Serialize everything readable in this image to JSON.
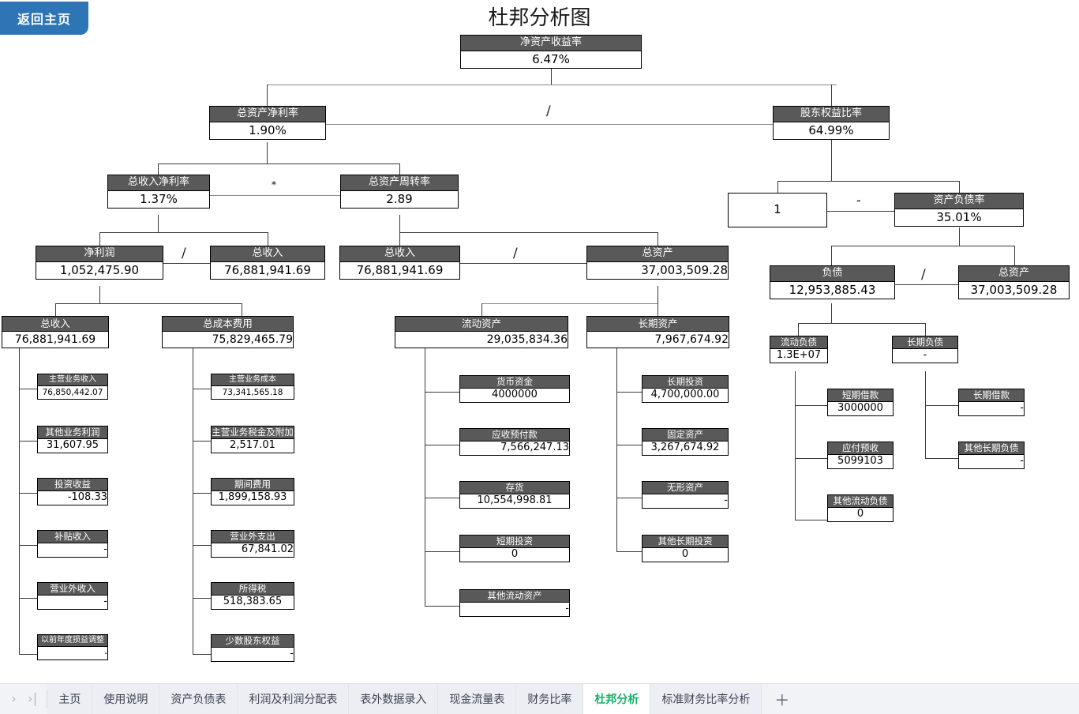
{
  "header": {
    "home_button": "返回主页",
    "title": "杜邦分析图"
  },
  "operators": {
    "divide": "/",
    "multiply": "*",
    "minus": "-"
  },
  "chart_data": {
    "type": "diagram",
    "title": "杜邦分析图",
    "nodes": {
      "roe": {
        "label": "净资产收益率",
        "value": "6.47%"
      },
      "roa": {
        "label": "总资产净利率",
        "value": "1.90%"
      },
      "equity_ratio": {
        "label": "股东权益比率",
        "value": "64.99%"
      },
      "one": {
        "label": "",
        "value": "1"
      },
      "debt_ratio": {
        "label": "资产负债率",
        "value": "35.01%"
      },
      "net_margin": {
        "label": "总收入净利率",
        "value": "1.37%"
      },
      "asset_turnover": {
        "label": "总资产周转率",
        "value": "2.89"
      },
      "net_profit": {
        "label": "净利润",
        "value": "1,052,475.90"
      },
      "revenue_a": {
        "label": "总收入",
        "value": "76,881,941.69"
      },
      "revenue_b": {
        "label": "总收入",
        "value": "76,881,941.69"
      },
      "total_assets_a": {
        "label": "总资产",
        "value": "37,003,509.28"
      },
      "liabilities": {
        "label": "负债",
        "value": "12,953,885.43"
      },
      "total_assets_b": {
        "label": "总资产",
        "value": "37,003,509.28"
      },
      "revenue_c": {
        "label": "总收入",
        "value": "76,881,941.69"
      },
      "total_cost": {
        "label": "总成本费用",
        "value": "75,829,465.79"
      },
      "current_assets": {
        "label": "流动资产",
        "value": "29,035,834.36"
      },
      "longterm_assets": {
        "label": "长期资产",
        "value": "7,967,674.92"
      },
      "current_liab": {
        "label": "流动负债",
        "value": "1.3E+07"
      },
      "longterm_liab": {
        "label": "长期负债",
        "value": "-"
      }
    },
    "revenue_children": [
      {
        "label": "主营业务收入",
        "value": "76,850,442.07"
      },
      {
        "label": "其他业务利润",
        "value": "31,607.95"
      },
      {
        "label": "投资收益",
        "value": "-108.33"
      },
      {
        "label": "补贴收入",
        "value": "-"
      },
      {
        "label": "营业外收入",
        "value": "-"
      },
      {
        "label": "以前年度损益调整",
        "value": "-"
      }
    ],
    "cost_children": [
      {
        "label": "主营业务成本",
        "value": "73,341,565.18"
      },
      {
        "label": "主营业务税金及附加",
        "value": "2,517.01"
      },
      {
        "label": "期间费用",
        "value": "1,899,158.93"
      },
      {
        "label": "营业外支出",
        "value": "67,841.02"
      },
      {
        "label": "所得税",
        "value": "518,383.65"
      },
      {
        "label": "少数股东权益",
        "value": "-"
      }
    ],
    "current_asset_children": [
      {
        "label": "货币资金",
        "value": "4000000"
      },
      {
        "label": "应收预付款",
        "value": "7,566,247.13"
      },
      {
        "label": "存货",
        "value": "10,554,998.81"
      },
      {
        "label": "短期投资",
        "value": "0"
      },
      {
        "label": "其他流动资产",
        "value": "-"
      }
    ],
    "longterm_asset_children": [
      {
        "label": "长期投资",
        "value": "4,700,000.00"
      },
      {
        "label": "固定资产",
        "value": "3,267,674.92"
      },
      {
        "label": "无形资产",
        "value": "-"
      },
      {
        "label": "其他长期投资",
        "value": "0"
      }
    ],
    "current_liab_children": [
      {
        "label": "短期借款",
        "value": "3000000"
      },
      {
        "label": "应付预收",
        "value": "5099103"
      },
      {
        "label": "其他流动负债",
        "value": "0"
      }
    ],
    "longterm_liab_children": [
      {
        "label": "长期借款",
        "value": "-"
      },
      {
        "label": "其他长期负债",
        "value": "-"
      }
    ]
  },
  "tabbar": {
    "nav": {
      "next": "›",
      "last": "›|"
    },
    "tabs": [
      {
        "label": "主页",
        "active": false
      },
      {
        "label": "使用说明",
        "active": false
      },
      {
        "label": "资产负债表",
        "active": false
      },
      {
        "label": "利润及利润分配表",
        "active": false
      },
      {
        "label": "表外数据录入",
        "active": false
      },
      {
        "label": "现金流量表",
        "active": false
      },
      {
        "label": "财务比率",
        "active": false
      },
      {
        "label": "杜邦分析",
        "active": true
      },
      {
        "label": "标准财务比率分析",
        "active": false
      }
    ],
    "add": "＋"
  },
  "colors": {
    "header_fill": "#595959",
    "accent_button": "#2e75b6",
    "active_tab": "#17b169"
  }
}
